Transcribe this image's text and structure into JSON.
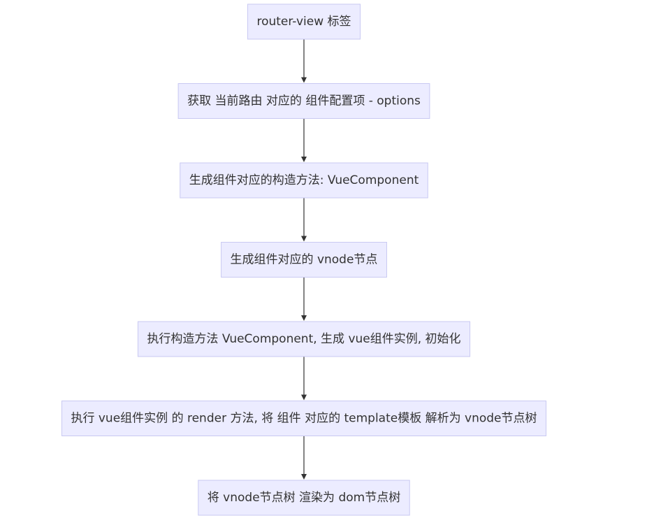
{
  "flowchart": {
    "direction": "top-down",
    "nodes": [
      {
        "id": "n1",
        "label": "router-view 标签"
      },
      {
        "id": "n2",
        "label": "获取 当前路由 对应的 组件配置项 - options"
      },
      {
        "id": "n3",
        "label": "生成组件对应的构造方法: VueComponent"
      },
      {
        "id": "n4",
        "label": "生成组件对应的 vnode节点"
      },
      {
        "id": "n5",
        "label": "执行构造方法 VueComponent, 生成 vue组件实例, 初始化"
      },
      {
        "id": "n6",
        "label": "执行 vue组件实例 的 render 方法, 将 组件 对应的 template模板 解析为 vnode节点树"
      },
      {
        "id": "n7",
        "label": "将 vnode节点树 渲染为 dom节点树"
      }
    ],
    "edges": [
      {
        "from": "n1",
        "to": "n2"
      },
      {
        "from": "n2",
        "to": "n3"
      },
      {
        "from": "n3",
        "to": "n4"
      },
      {
        "from": "n4",
        "to": "n5"
      },
      {
        "from": "n5",
        "to": "n6"
      },
      {
        "from": "n6",
        "to": "n7"
      }
    ],
    "colors": {
      "node_fill": "#ececff",
      "node_border": "#c9c9f2",
      "text": "#333333",
      "arrow": "#333333",
      "background": "#ffffff"
    }
  }
}
